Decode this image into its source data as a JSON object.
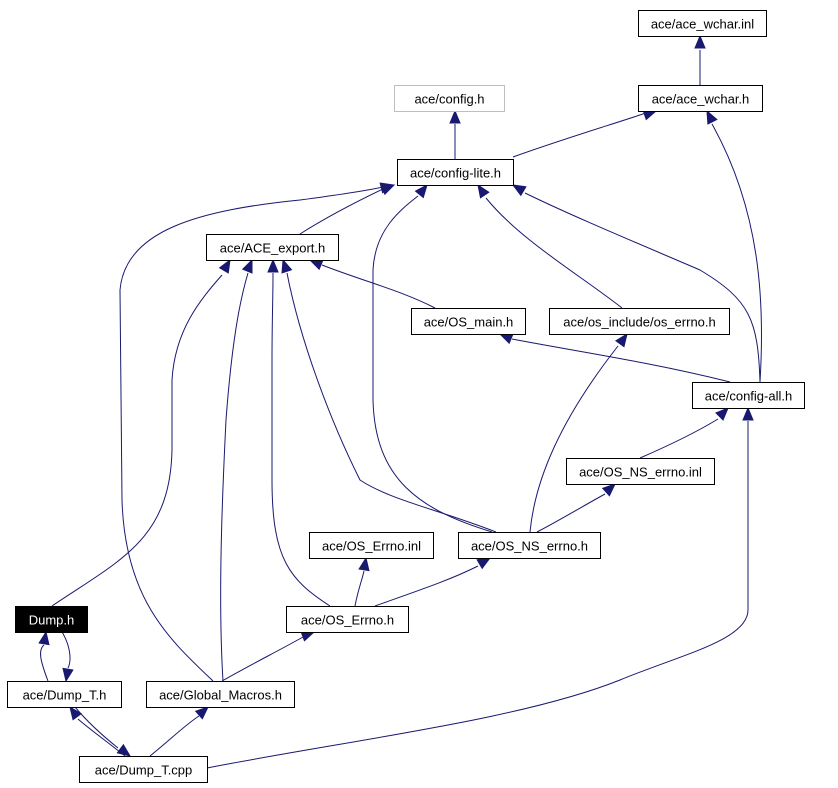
{
  "colors": {
    "edge": "#191970",
    "node_border": "#000000",
    "node_border_missing": "#bfbfbf",
    "current_fill": "#000000",
    "current_text": "#ffffff"
  },
  "nodes": [
    {
      "id": "ace_wchar_inl",
      "label": "ace/ace_wchar.inl"
    },
    {
      "id": "config_h",
      "label": "ace/config.h",
      "style": "grey"
    },
    {
      "id": "ace_wchar_h",
      "label": "ace/ace_wchar.h"
    },
    {
      "id": "config_lite",
      "label": "ace/config-lite.h"
    },
    {
      "id": "ace_export",
      "label": "ace/ACE_export.h"
    },
    {
      "id": "os_main",
      "label": "ace/OS_main.h"
    },
    {
      "id": "os_errno_inc",
      "label": "ace/os_include/os_errno.h"
    },
    {
      "id": "config_all",
      "label": "ace/config-all.h"
    },
    {
      "id": "os_ns_errno_inl",
      "label": "ace/OS_NS_errno.inl"
    },
    {
      "id": "os_errno_inl",
      "label": "ace/OS_Errno.inl"
    },
    {
      "id": "os_ns_errno_h",
      "label": "ace/OS_NS_errno.h"
    },
    {
      "id": "dump_h",
      "label": "Dump.h",
      "style": "current"
    },
    {
      "id": "os_errno_h",
      "label": "ace/OS_Errno.h"
    },
    {
      "id": "dump_t_h",
      "label": "ace/Dump_T.h"
    },
    {
      "id": "global_macros",
      "label": "ace/Global_Macros.h"
    },
    {
      "id": "dump_t_cpp",
      "label": "ace/Dump_T.cpp"
    }
  ]
}
